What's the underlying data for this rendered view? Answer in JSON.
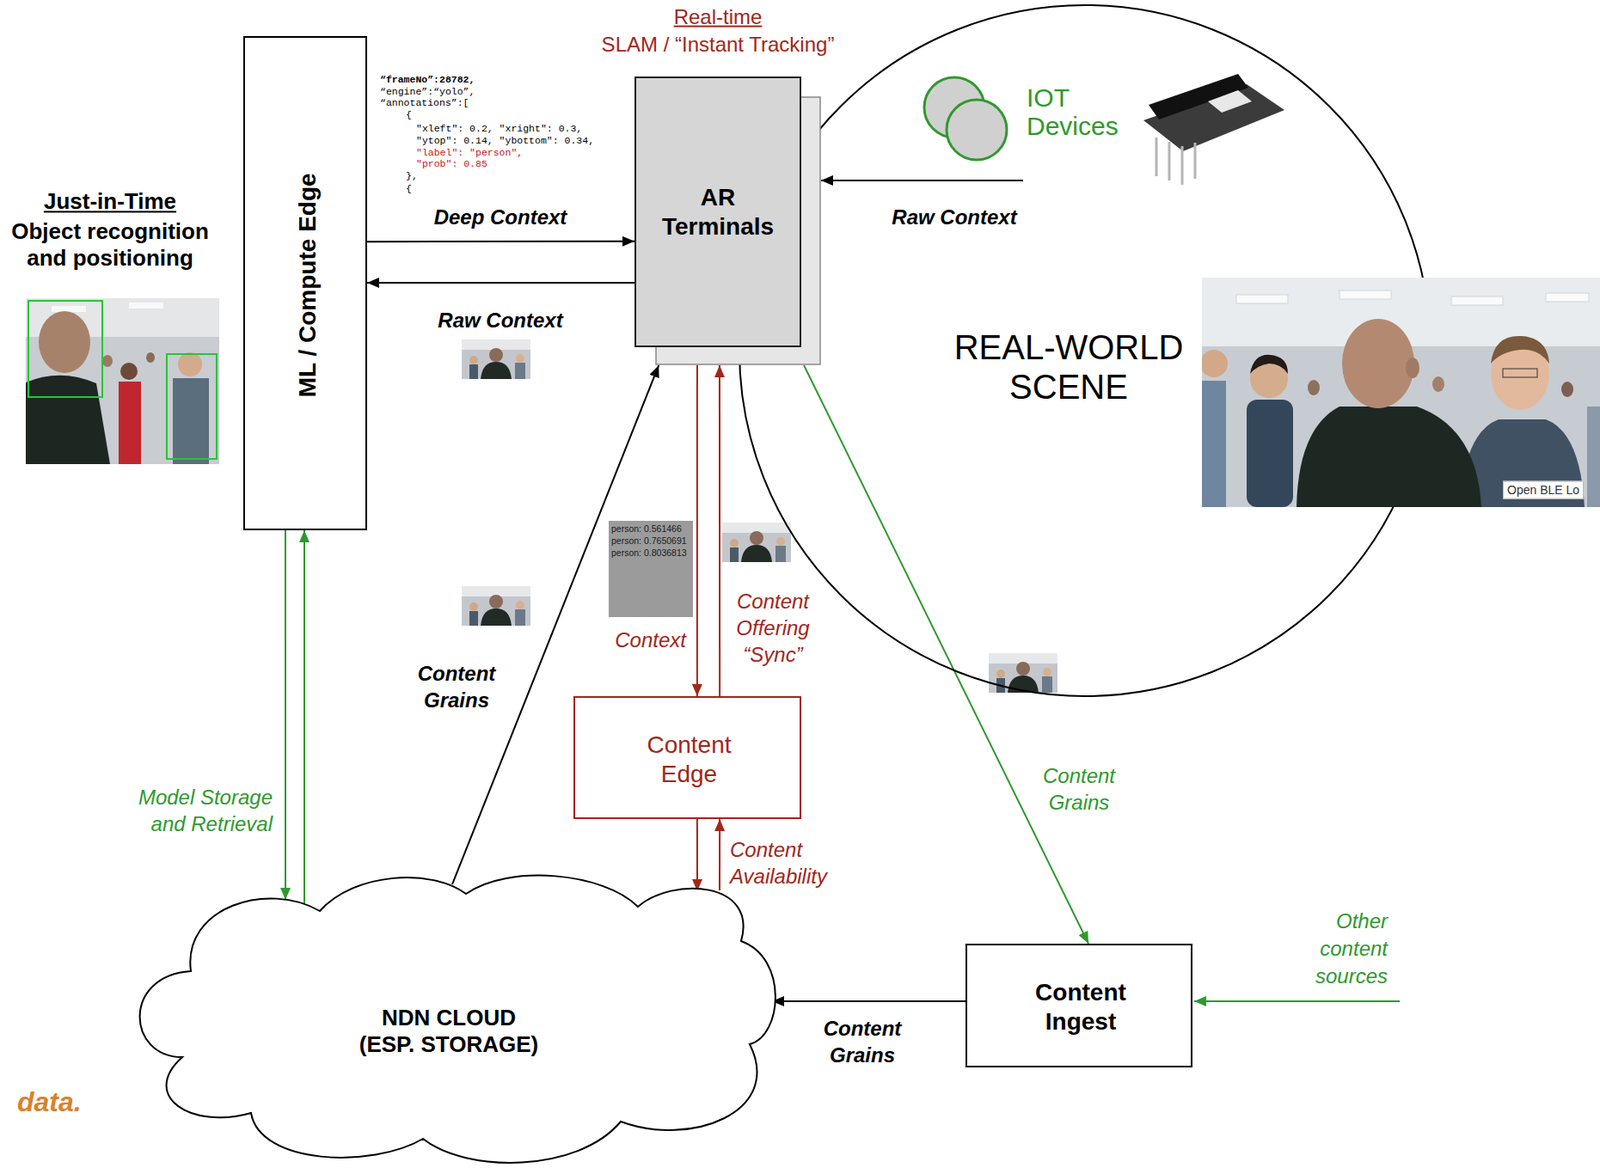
{
  "diagram": {
    "nodes": [
      {
        "text": [
          "ML / Compute Edge"
        ]
      },
      {
        "text": [
          "AR Terminals"
        ]
      },
      {
        "text": [
          "REAL-WORLD SCENE"
        ]
      },
      {
        "text": [
          "IOT Devices"
        ],
        "in": 2
      },
      {
        "text": [
          "Content Edge"
        ]
      },
      {
        "text": [
          "NDN CLOUD (ESP. STORAGE)"
        ]
      },
      {
        "text": [
          "Content Ingest"
        ]
      }
    ],
    "edges": [
      {
        "from": 0,
        "to": 1,
        "arrow": "to",
        "label": "Deep Context"
      },
      {
        "from": 1,
        "to": 0,
        "arrow": "to",
        "label": "Raw Context"
      },
      {
        "from": 3,
        "to": 1,
        "arrow": "to",
        "label": "Raw Context"
      },
      {
        "from": 1,
        "to": 4,
        "arrow": "to",
        "label": "Context"
      },
      {
        "from": 4,
        "to": 1,
        "arrow": "to",
        "label": "Content Offering “Sync”"
      },
      {
        "from": 4,
        "to": 5,
        "arrow": "to"
      },
      {
        "from": 5,
        "to": 4,
        "arrow": "to",
        "label": "Content Availability"
      },
      {
        "from": 0,
        "to": 5,
        "arrow": "to",
        "label": "Model Storage and Retrieval"
      },
      {
        "from": 5,
        "to": 0,
        "arrow": "to"
      },
      {
        "from": 5,
        "to": 1,
        "arrow": "to",
        "label": "Content Grains"
      },
      {
        "from": 1,
        "to": 6,
        "arrow": "to",
        "label": "Content Grains"
      },
      {
        "from": 6,
        "to": 5,
        "arrow": "to",
        "label": "Content Grains"
      }
    ],
    "labels": [
      "Just-in-Time",
      "Object recognition and positioning",
      "Real-time",
      "SLAM / “Instant Tracking”",
      "“frameNo”:28782,",
      "“engine”:“yolo”,",
      "“annotations”:[",
      "{",
      "\"xleft\": 0.2, \"xright\": 0.3,",
      "\"ytop\": 0.14, \"ybottom\": 0.34,",
      "\"label\": \"person\",",
      "\"prob\": 0.85",
      "},",
      "{",
      "person: 0.561466",
      "person: 0.7650691",
      "person: 0.8036813",
      "Open BLE Lo",
      "Other content sources",
      "data."
    ]
  }
}
